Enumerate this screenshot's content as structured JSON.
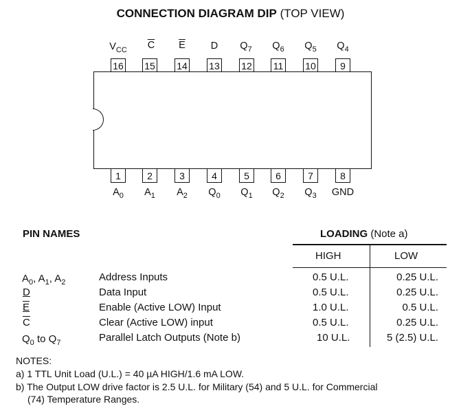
{
  "title": {
    "bold": "CONNECTION DIAGRAM DIP",
    "rest": " (TOP VIEW)"
  },
  "top_pins": [
    {
      "num": "16",
      "label": "V",
      "sub": "CC",
      "bar": false
    },
    {
      "num": "15",
      "label": "C",
      "sub": "",
      "bar": true
    },
    {
      "num": "14",
      "label": "E",
      "sub": "",
      "bar": true
    },
    {
      "num": "13",
      "label": "D",
      "sub": "",
      "bar": false
    },
    {
      "num": "12",
      "label": "Q",
      "sub": "7",
      "bar": false
    },
    {
      "num": "11",
      "label": "Q",
      "sub": "6",
      "bar": false
    },
    {
      "num": "10",
      "label": "Q",
      "sub": "5",
      "bar": false
    },
    {
      "num": "9",
      "label": "Q",
      "sub": "4",
      "bar": false
    }
  ],
  "bottom_pins": [
    {
      "num": "1",
      "label": "A",
      "sub": "0"
    },
    {
      "num": "2",
      "label": "A",
      "sub": "1"
    },
    {
      "num": "3",
      "label": "A",
      "sub": "2"
    },
    {
      "num": "4",
      "label": "Q",
      "sub": "0"
    },
    {
      "num": "5",
      "label": "Q",
      "sub": "1"
    },
    {
      "num": "6",
      "label": "Q",
      "sub": "2"
    },
    {
      "num": "7",
      "label": "Q",
      "sub": "3"
    },
    {
      "num": "8",
      "label": "GND",
      "sub": ""
    }
  ],
  "pin_names": {
    "heading": "PIN NAMES",
    "loading_heading": "LOADING",
    "loading_note": " (Note a)",
    "col_high": "HIGH",
    "col_low": "LOW",
    "rows": [
      {
        "pins": "A0, A1, A2",
        "desc": "Address Inputs",
        "high": "0.5 U.L.",
        "low": "0.25 U.L."
      },
      {
        "pins": "D",
        "desc": "Data Input",
        "high": "0.5 U.L.",
        "low": "0.25 U.L."
      },
      {
        "pins": "E",
        "desc": "Enable (Active LOW) Input",
        "high": "1.0 U.L.",
        "low": "0.5 U.L."
      },
      {
        "pins": "C",
        "desc": "Clear (Active LOW) input",
        "high": "0.5 U.L.",
        "low": "0.25 U.L."
      },
      {
        "pins": "Q0 to Q7",
        "desc": "Parallel Latch Outputs (Note b)",
        "high": "10 U.L.",
        "low": "5 (2.5) U.L."
      }
    ]
  },
  "notes": {
    "heading": "NOTES:",
    "a": "a) 1 TTL Unit Load (U.L.) = 40 µA HIGH/1.6 mA LOW.",
    "b1": "b) The Output LOW drive factor is 2.5 U.L. for Military (54) and 5 U.L. for Commercial",
    "b2": "(74) Temperature Ranges."
  }
}
